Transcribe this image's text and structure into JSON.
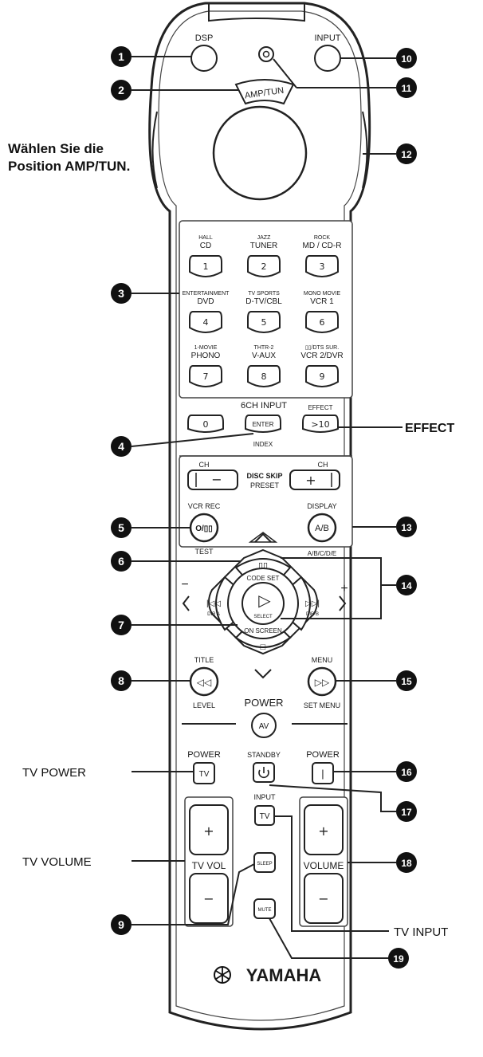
{
  "callouts": [
    "1",
    "2",
    "3",
    "4",
    "5",
    "6",
    "7",
    "8",
    "9",
    "10",
    "11",
    "12",
    "13",
    "14",
    "15",
    "16",
    "17",
    "18",
    "19"
  ],
  "side_labels": {
    "instruction_line1": "Wählen Sie die",
    "instruction_line2": "Position AMP/TUN.",
    "effect": "EFFECT",
    "tv_power": "TV POWER",
    "tv_volume": "TV VOLUME",
    "tv_input": "TV INPUT"
  },
  "top": {
    "dsp": "DSP",
    "input": "INPUT",
    "amp_tun": "AMP/TUN"
  },
  "numpad": {
    "keys": [
      {
        "top": "HALL",
        "mid": "CD",
        "num": "1"
      },
      {
        "top": "JAZZ",
        "mid": "TUNER",
        "num": "2"
      },
      {
        "top": "ROCK",
        "mid": "MD / CD-R",
        "num": "3"
      },
      {
        "top": "ENTERTAINMENT",
        "mid": "DVD",
        "num": "4"
      },
      {
        "top": "TV SPORTS",
        "mid": "D-TV/CBL",
        "num": "5"
      },
      {
        "top": "MONO MOVIE",
        "mid": "VCR 1",
        "num": "6"
      },
      {
        "top": "1-MOVIE",
        "mid": "PHONO",
        "num": "7"
      },
      {
        "top": "THTR-2",
        "mid": "V-AUX",
        "num": "8"
      },
      {
        "top": "▯▯/DTS SUR.",
        "mid": "VCR 2/DVR",
        "num": "9"
      }
    ],
    "zero": "0",
    "six_ch": "6CH INPUT",
    "enter": "ENTER",
    "index": "INDEX",
    "effect_small": "EFFECT",
    "ten": ">10"
  },
  "ch": {
    "label": "CH",
    "minus": "−",
    "plus": "+",
    "disc_skip": "DISC SKIP",
    "preset": "PRESET"
  },
  "vcr": {
    "rec": "VCR REC",
    "btn": "O/▯▯",
    "test": "TEST"
  },
  "display": {
    "label": "DISPLAY",
    "btn": "A/B",
    "sub": "A/B/C/D/E"
  },
  "dpad": {
    "pause": "▯▯",
    "code_set": "CODE SET",
    "play": "▷",
    "select": "SELECT",
    "on_screen": "ON SCREEN",
    "stop": "□",
    "prev": "|◁◁",
    "next": "▷▷|",
    "dir_a": "DIR A",
    "dir_b": "DIR B",
    "minus": "−",
    "plus": "+"
  },
  "title": {
    "label": "TITLE",
    "btn": "◁◁",
    "level": "LEVEL"
  },
  "menu": {
    "label": "MENU",
    "btn": "▷▷",
    "set_menu": "SET MENU"
  },
  "power_av": {
    "label": "POWER",
    "btn": "AV"
  },
  "power_row": {
    "tv_power_label": "POWER",
    "tv_btn": "TV",
    "standby": "STANDBY",
    "power_label": "POWER",
    "power_btn": "|"
  },
  "input_tv": {
    "label": "INPUT",
    "btn": "TV"
  },
  "tv_vol": {
    "plus": "+",
    "minus": "−",
    "label": "TV VOL"
  },
  "volume": {
    "plus": "+",
    "minus": "−",
    "label": "VOLUME"
  },
  "sleep": "SLEEP",
  "mute": "MUTE",
  "brand": "YAMAHA"
}
